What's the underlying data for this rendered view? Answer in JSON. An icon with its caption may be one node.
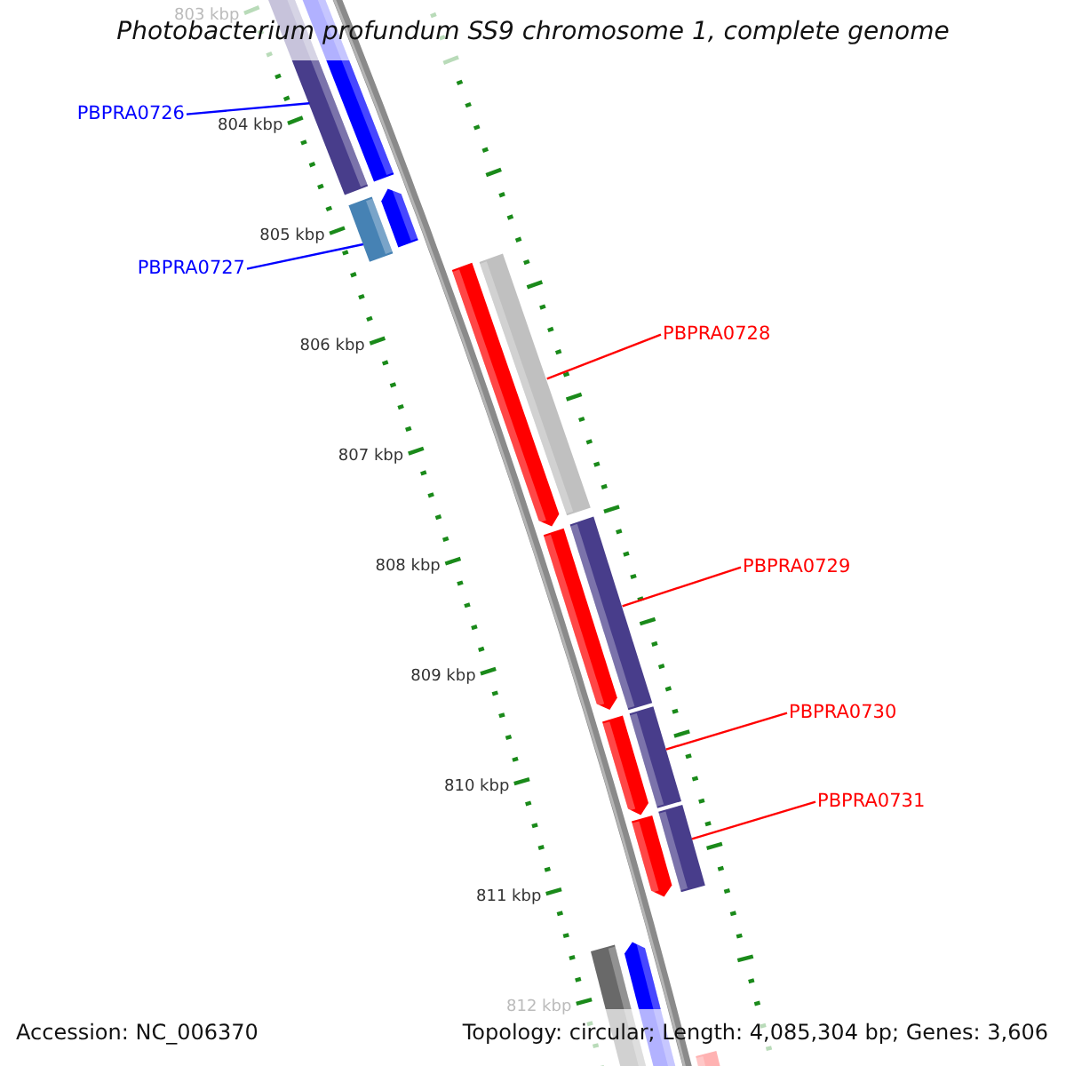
{
  "diagram": {
    "title": "Photobacterium profundum SS9 chromosome 1, complete genome",
    "nodes": [
      {
        "text": [
          "PBPRA0726"
        ]
      },
      {
        "text": [],
        "shape": "bar"
      },
      {
        "text": [
          "PBPRA0727"
        ]
      },
      {
        "text": [],
        "shape": "bar"
      },
      {
        "text": [
          "PBPRA0728"
        ]
      },
      {
        "text": [],
        "shape": "bar"
      },
      {
        "text": [
          "PBPRA0729"
        ]
      },
      {
        "text": [],
        "shape": "bar"
      },
      {
        "text": [
          "PBPRA0730"
        ]
      },
      {
        "text": [],
        "shape": "bar"
      },
      {
        "text": [
          "PBPRA0731"
        ]
      },
      {
        "text": [],
        "shape": "bar"
      }
    ],
    "edges": [
      {
        "from": 0,
        "to": 1,
        "arrow": "none",
        "color": "#0000ff"
      },
      {
        "from": 2,
        "to": 3,
        "arrow": "none",
        "color": "#0000ff"
      },
      {
        "from": 4,
        "to": 5,
        "arrow": "none"
      },
      {
        "from": 6,
        "to": 7,
        "arrow": "none"
      },
      {
        "from": 8,
        "to": 9,
        "arrow": "none"
      },
      {
        "from": 10,
        "to": 11,
        "arrow": "none"
      }
    ],
    "labels": [
      "803 kbp",
      "804 kbp",
      "805 kbp",
      "806 kbp",
      "807 kbp",
      "808 kbp",
      "809 kbp",
      "810 kbp",
      "811 kbp",
      "812 kbp",
      "Accession: NC_006370",
      "Topology: circular; Length: 4,085,304 bp; Genes: 3,606"
    ]
  }
}
